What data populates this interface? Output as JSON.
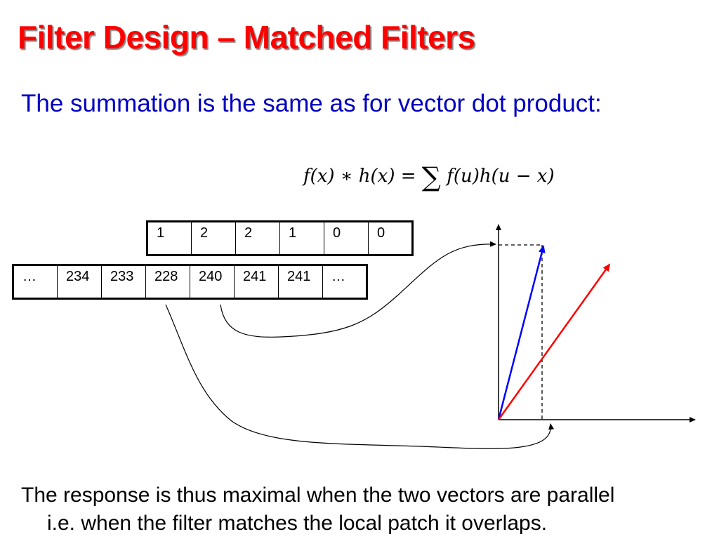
{
  "title": "Filter Design – Matched Filters",
  "subtitle": "The summation is the same as for vector dot product:",
  "formula": {
    "lhs": "f(x) ∗ h(x) =",
    "sum_symbol": "∑",
    "rhs": "f(u)h(u − x)"
  },
  "filter_row": [
    "1",
    "2",
    "2",
    "1",
    "0",
    "0"
  ],
  "image_row": [
    "…",
    "234",
    "233",
    "228",
    "240",
    "241",
    "241",
    "…"
  ],
  "vectors": {
    "blue_color": "#0000ff",
    "red_color": "#ff0000"
  },
  "conclusion": {
    "line1": "The response is thus maximal when the two vectors are parallel",
    "line2": "i.e. when the filter matches the local patch it overlaps."
  }
}
